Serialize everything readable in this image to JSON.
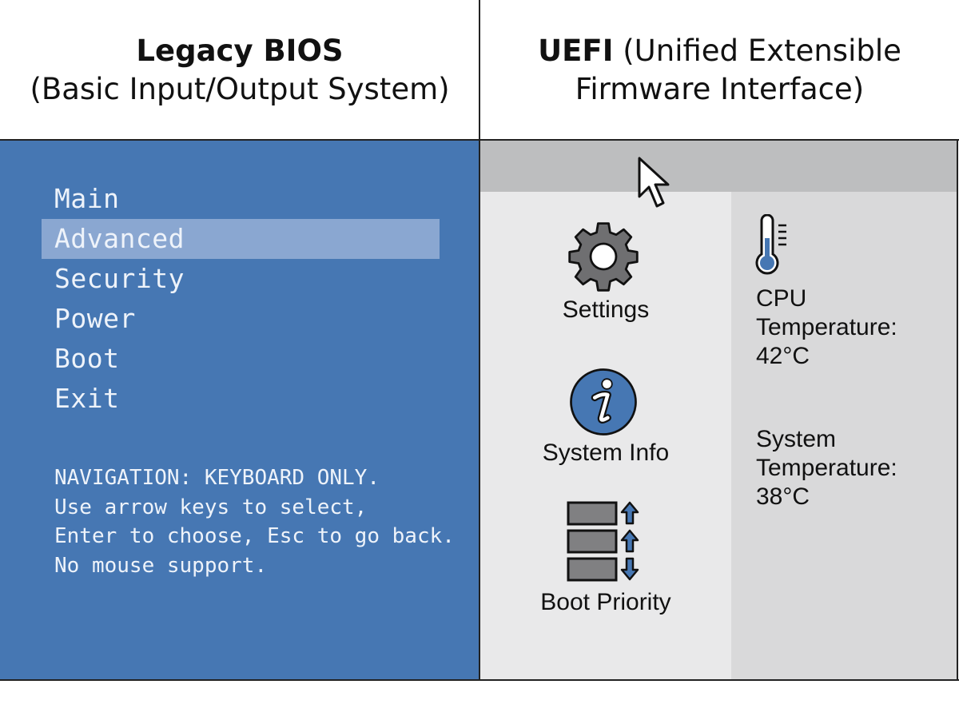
{
  "legacy": {
    "title_bold": "Legacy BIOS",
    "title_rest": "(Basic Input/Output System)",
    "menu": [
      {
        "label": "Main",
        "selected": false
      },
      {
        "label": "Advanced",
        "selected": true
      },
      {
        "label": "Security",
        "selected": false
      },
      {
        "label": "Power",
        "selected": false
      },
      {
        "label": "Boot",
        "selected": false
      },
      {
        "label": "Exit",
        "selected": false
      }
    ],
    "nav_lines": [
      "NAVIGATION: KEYBOARD ONLY.",
      "Use arrow keys to select,",
      "Enter to choose, Esc to go back.",
      "No mouse support."
    ],
    "colors": {
      "background": "#4677b3",
      "highlight": "#8aa7d1",
      "text": "#eef3fa"
    }
  },
  "uefi": {
    "title_bold": "UEFI",
    "title_line1_rest": " (Unified Extensible",
    "title_line2": "Firmware Interface)",
    "tiles": [
      {
        "label": "Settings",
        "icon": "gear-icon"
      },
      {
        "label": "System Info",
        "icon": "info-icon"
      },
      {
        "label": "Boot Priority",
        "icon": "boot-priority-icon"
      }
    ],
    "cpu_temp": {
      "line1": "CPU",
      "line2": "Temperature:",
      "line3": "42°C",
      "icon": "thermometer-icon"
    },
    "sys_temp": {
      "line1": "System",
      "line2": "Temperature:",
      "line3": "38°C"
    },
    "colors": {
      "topbar": "#bdbebf",
      "main": "#e9e9ea",
      "side": "#d9d9da",
      "accent": "#4677b3"
    }
  }
}
